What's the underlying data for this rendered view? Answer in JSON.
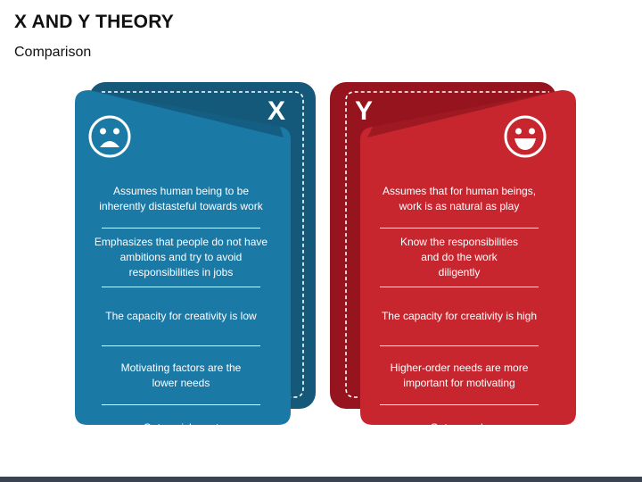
{
  "title": "X AND Y THEORY",
  "subtitle": "Comparison",
  "colors": {
    "x_accent": "#1b79a6",
    "x_dark": "#14587a",
    "y_accent": "#c7262f",
    "y_dark": "#96141d"
  },
  "cards": [
    {
      "letter": "X",
      "face_icon": "sad-face-icon",
      "items": [
        "Assumes human being to be\ninherently distasteful towards work",
        "Emphasizes that people do not have\nambitions and try to avoid\nresponsibilities in jobs",
        "The capacity for creativity is low",
        "Motivating factors are the\nlower needs",
        "Get punishment"
      ]
    },
    {
      "letter": "Y",
      "face_icon": "happy-face-icon",
      "items": [
        "Assumes that for human beings,\nwork is as natural as play",
        "Know the responsibilities\nand do the work\ndiligently",
        "The capacity for creativity is high",
        "Higher-order needs are more\nimportant for motivating",
        "Get rewards"
      ]
    }
  ]
}
